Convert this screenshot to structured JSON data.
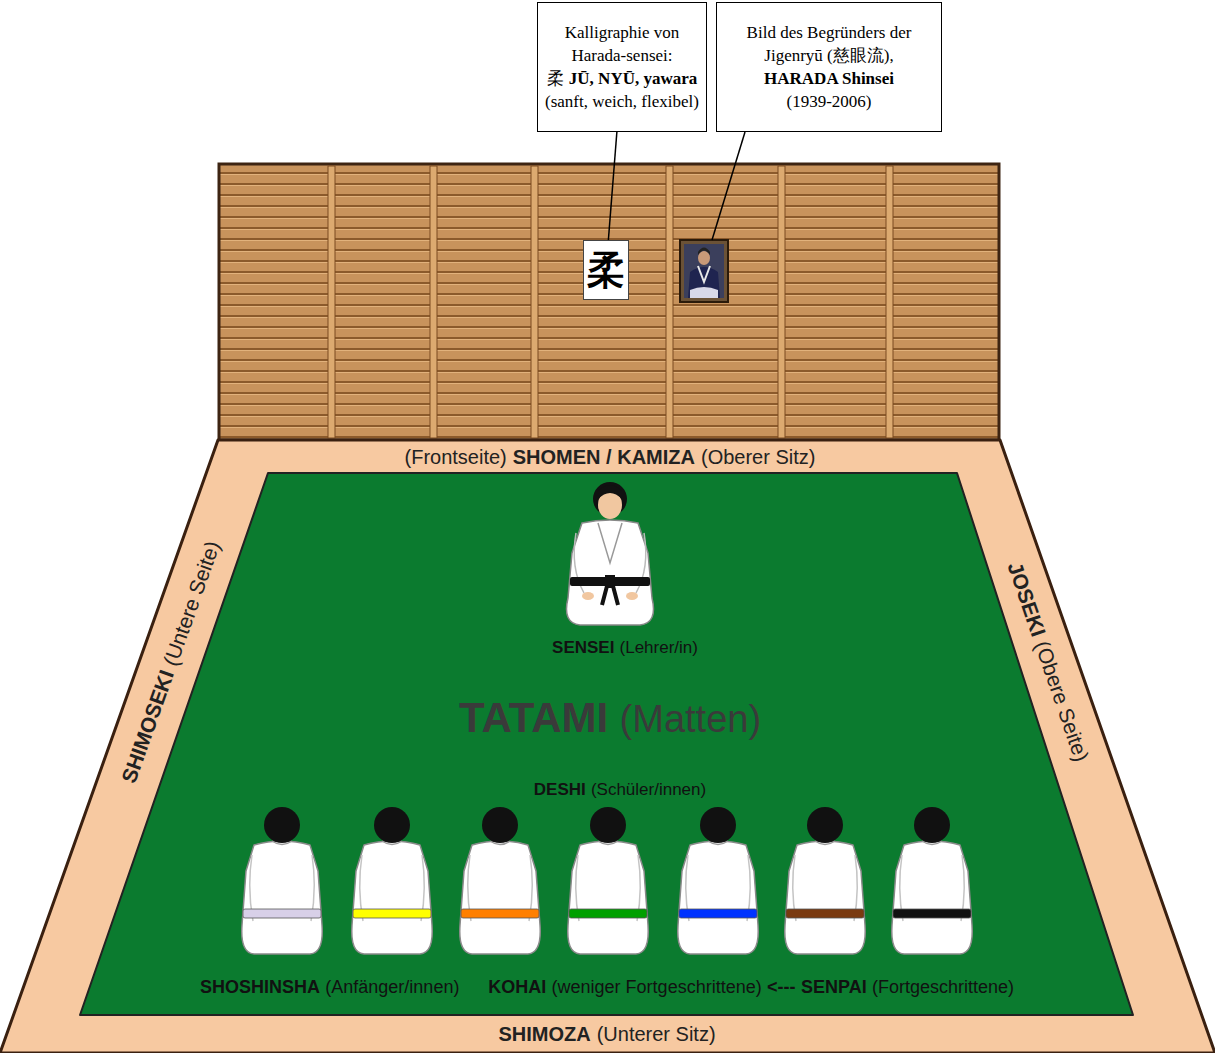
{
  "diagram": {
    "nodes": [
      {
        "text": [
          "Kalligraphie von Harada-sensei:",
          "柔",
          "JŪ, NYŪ, yawara",
          "(sanft, weich, flexibel)"
        ]
      },
      {
        "text": [
          "Bild des Begründers der Jigenryū (慈眼流),",
          "HARADA Shinsei",
          "(1939-2006)"
        ]
      },
      {
        "text": [
          "柔"
        ]
      },
      {
        "text": [
          "(Frontseite)",
          "SHOMEN / KAMIZA",
          "(Oberer Sitz)",
          "SHIMOSEKI",
          "(Untere Seite)",
          "JOSEKI",
          "(Obere Seite)",
          "SHIMOZA",
          "(Unterer Sitz)"
        ]
      },
      {
        "text": [
          "SENSEI",
          "(Lehrer/in)",
          "TATAMI",
          "(Matten)",
          "DESHI",
          "(Schüler/innen)",
          "SHOSHINSHA",
          "(Anfänger/innen)",
          "KOHAI",
          "(weniger Fortgeschrittene)",
          "<---",
          "SENPAI",
          "(Fortgeschrittene)"
        ],
        "in": 3
      }
    ],
    "edges": [
      {
        "from": 0,
        "to": 2,
        "arrow": "none"
      }
    ]
  }
}
